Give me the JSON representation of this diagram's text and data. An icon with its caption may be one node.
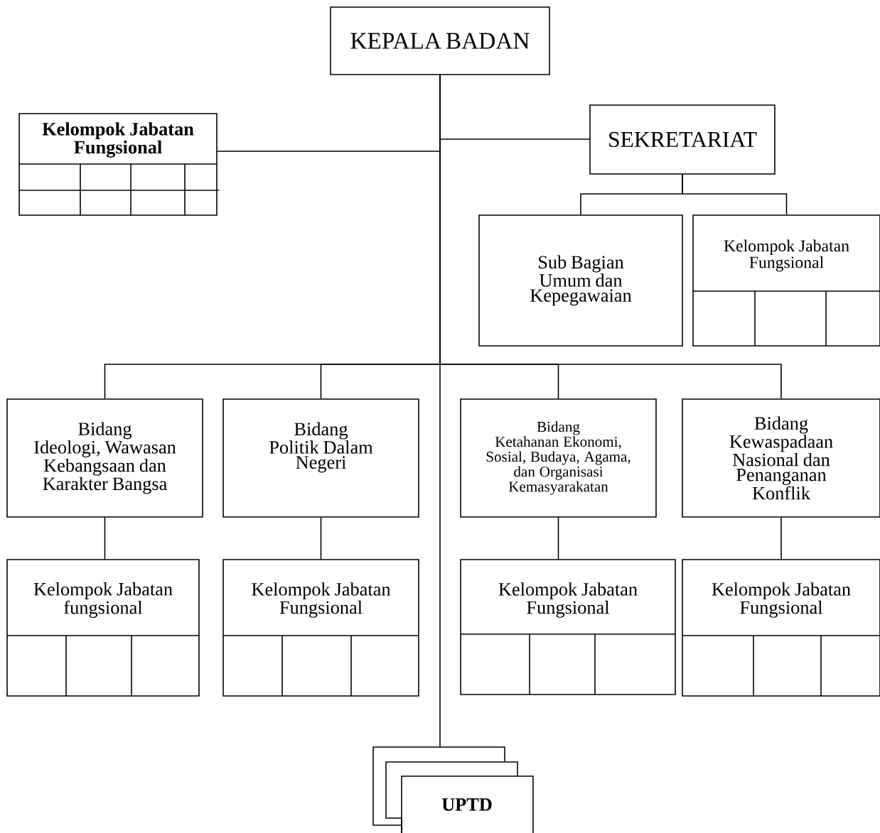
{
  "diagram": {
    "nodes": [
      {
        "text": [
          "KEPALA BADAN"
        ]
      },
      {
        "text": [
          "Kelompok Jabatan Fungsional"
        ]
      },
      {
        "text": [
          "SEKRETARIAT"
        ]
      },
      {
        "text": [
          "Sub Bagian Umum dan Kepegawaian"
        ]
      },
      {
        "text": [
          "Kelompok Jabatan Fungsional"
        ]
      },
      {
        "text": [
          "Bidang",
          "Ideologi, Wawasan Kebangsaan dan Karakter Bangsa"
        ]
      },
      {
        "text": [
          "Bidang",
          "Politik Dalam Negeri"
        ]
      },
      {
        "text": [
          "Bidang",
          "Ketahanan Ekonomi, Sosial, Budaya, Agama, dan Organisasi Kemasyarakatan"
        ]
      },
      {
        "text": [
          "Bidang",
          "Kewaspadaan Nasional dan Penanganan Konflik"
        ]
      },
      {
        "text": [
          "Kelompok Jabatan fungsional"
        ]
      },
      {
        "text": [
          "Kelompok Jabatan Fungsional"
        ]
      },
      {
        "text": [
          "Kelompok Jabatan Fungsional"
        ]
      },
      {
        "text": [
          "Kelompok Jabatan Fungsional"
        ]
      },
      {
        "text": [
          "UPTD"
        ]
      }
    ],
    "edges": [
      {
        "from": 0,
        "to": 2,
        "arrow": "none"
      },
      {
        "from": 0,
        "to": 1,
        "arrow": "none"
      },
      {
        "from": 2,
        "to": 3,
        "arrow": "none"
      },
      {
        "from": 2,
        "to": 4,
        "arrow": "none"
      },
      {
        "from": 0,
        "to": 5,
        "arrow": "none"
      },
      {
        "from": 0,
        "to": 6,
        "arrow": "none"
      },
      {
        "from": 0,
        "to": 7,
        "arrow": "none"
      },
      {
        "from": 0,
        "to": 8,
        "arrow": "none"
      },
      {
        "from": 5,
        "to": 9,
        "arrow": "none"
      },
      {
        "from": 6,
        "to": 10,
        "arrow": "none"
      },
      {
        "from": 7,
        "to": 11,
        "arrow": "none"
      },
      {
        "from": 8,
        "to": 12,
        "arrow": "none"
      },
      {
        "from": 0,
        "to": 13,
        "arrow": "none"
      }
    ]
  }
}
